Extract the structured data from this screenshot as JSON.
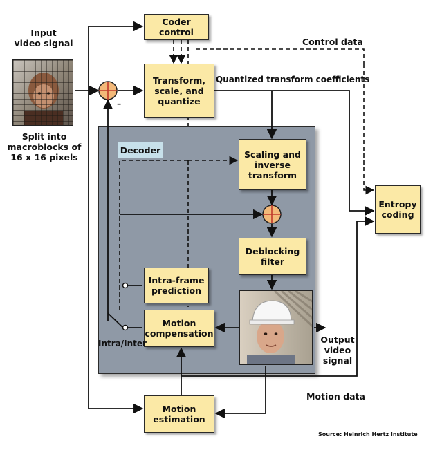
{
  "input": {
    "title_line1": "Input",
    "title_line2": "video signal",
    "split_line1": "Split into",
    "split_line2": "macroblocks of",
    "split_line3": "16 x 16 pixels"
  },
  "blocks": {
    "coder_control": "Coder control",
    "transform_line1": "Transform,",
    "transform_line2": "scale, and",
    "transform_line3": "quantize",
    "decoder": "Decoder",
    "scaling_line1": "Scaling and",
    "scaling_line2": "inverse",
    "scaling_line3": "transform",
    "deblocking_line1": "Deblocking",
    "deblocking_line2": "filter",
    "intra_line1": "Intra-frame",
    "intra_line2": "prediction",
    "motion_comp_line1": "Motion",
    "motion_comp_line2": "compensation",
    "motion_est_line1": "Motion",
    "motion_est_line2": "estimation",
    "entropy_line1": "Entropy",
    "entropy_line2": "coding"
  },
  "labels": {
    "control_data": "Control data",
    "quantized_coefficients": "Quantized transform coefficients",
    "minus_sign": "–",
    "intra_inter": "Intra/Inter",
    "output_line1": "Output",
    "output_line2": "video",
    "output_line3": "signal",
    "motion_data": "Motion data",
    "source": "Source: Heinrich Hertz Institute"
  },
  "colors": {
    "block_fill": "#fbe9a6",
    "decoder_panel": "#8f99a6",
    "decoder_tag": "#c7e0ea",
    "sum_node_fill": "#f3b979",
    "sum_node_cross": "#c0392b",
    "arrows": "#111111"
  }
}
